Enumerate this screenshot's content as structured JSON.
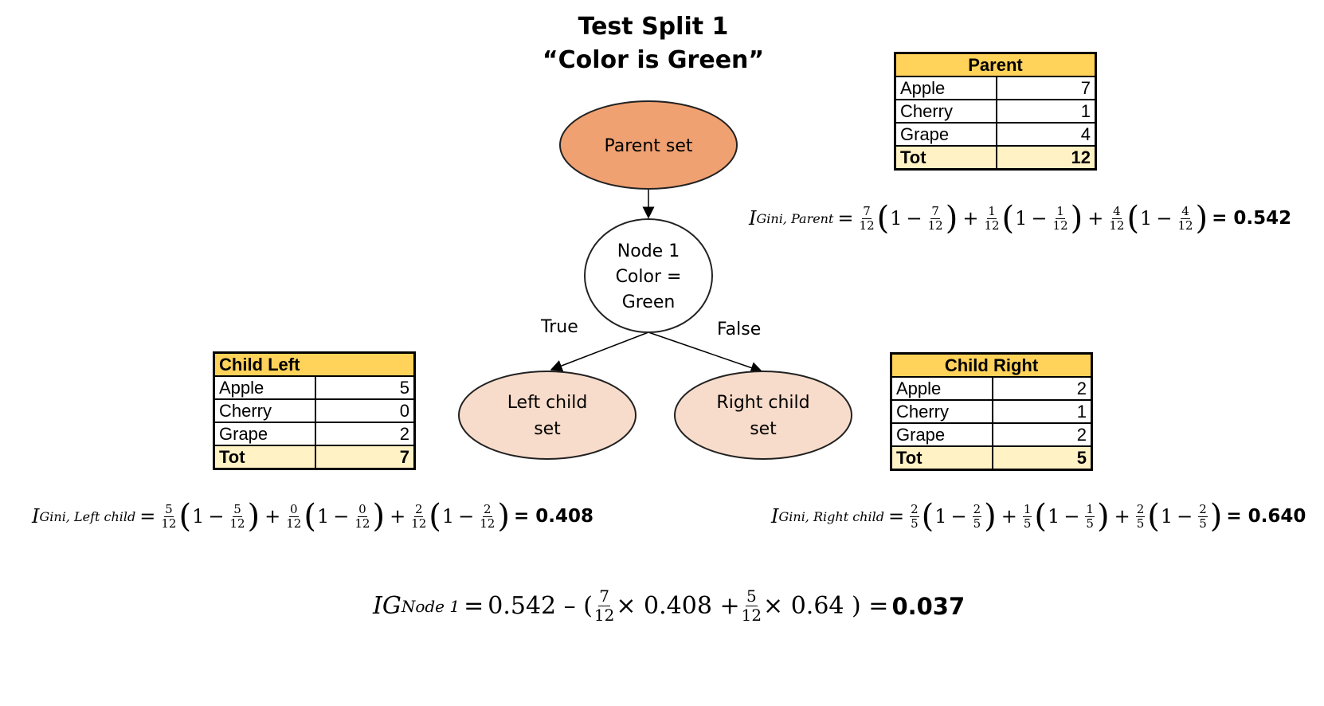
{
  "title": {
    "line1": "Test Split 1",
    "line2": "“Color is Green”"
  },
  "nodes": {
    "parent": "Parent set",
    "node1_line1": "Node 1",
    "node1_line2": "Color =",
    "node1_line3": "Green",
    "left_line1": "Left child",
    "left_line2": "set",
    "right_line1": "Right child",
    "right_line2": "set"
  },
  "edges": {
    "true_label": "True",
    "false_label": "False"
  },
  "colors": {
    "parent_fill": "#f0a171",
    "child_fill": "#f8dccb",
    "header_fill": "#ffd25a",
    "total_fill": "#fff2c4"
  },
  "tables": {
    "parent": {
      "header": "Parent",
      "rows": [
        {
          "k": "Apple",
          "v": "7"
        },
        {
          "k": "Cherry",
          "v": "1"
        },
        {
          "k": "Grape",
          "v": "4"
        }
      ],
      "total": {
        "k": "Tot",
        "v": "12"
      }
    },
    "left": {
      "header": "Child Left",
      "rows": [
        {
          "k": "Apple",
          "v": "5"
        },
        {
          "k": "Cherry",
          "v": "0"
        },
        {
          "k": "Grape",
          "v": "2"
        }
      ],
      "total": {
        "k": "Tot",
        "v": "7"
      }
    },
    "right": {
      "header": "Child Right",
      "rows": [
        {
          "k": "Apple",
          "v": "2"
        },
        {
          "k": "Cherry",
          "v": "1"
        },
        {
          "k": "Grape",
          "v": "2"
        }
      ],
      "total": {
        "k": "Tot",
        "v": "5"
      }
    }
  },
  "equations": {
    "parent": {
      "sym": "I",
      "sub": "Gini, Parent",
      "eq": "=",
      "terms": [
        {
          "n": "7",
          "d": "12"
        },
        {
          "n": "1",
          "d": "12"
        },
        {
          "n": "4",
          "d": "12"
        }
      ],
      "one": "1",
      "minus": "−",
      "plus": "+",
      "result": "= 0.542"
    },
    "left": {
      "sym": "I",
      "sub": "Gini, Left child",
      "eq": "=",
      "terms": [
        {
          "n": "5",
          "d": "12"
        },
        {
          "n": "0",
          "d": "12"
        },
        {
          "n": "2",
          "d": "12"
        }
      ],
      "one": "1",
      "minus": "−",
      "plus": "+",
      "result": "= 0.408"
    },
    "right": {
      "sym": "I",
      "sub": "Gini, Right child",
      "eq": "=",
      "terms": [
        {
          "n": "2",
          "d": "5"
        },
        {
          "n": "1",
          "d": "5"
        },
        {
          "n": "2",
          "d": "5"
        }
      ],
      "one": "1",
      "minus": "−",
      "plus": "+",
      "result": "= 0.640"
    },
    "ig": {
      "sym": "IG",
      "sub": "Node 1",
      "eq": "=",
      "start": "0.542 – (",
      "f1": {
        "n": "7",
        "d": "12"
      },
      "m1": "× 0.408 +",
      "f2": {
        "n": "5",
        "d": "12"
      },
      "m2": "× 0.64 ) =",
      "result": "0.037"
    }
  }
}
